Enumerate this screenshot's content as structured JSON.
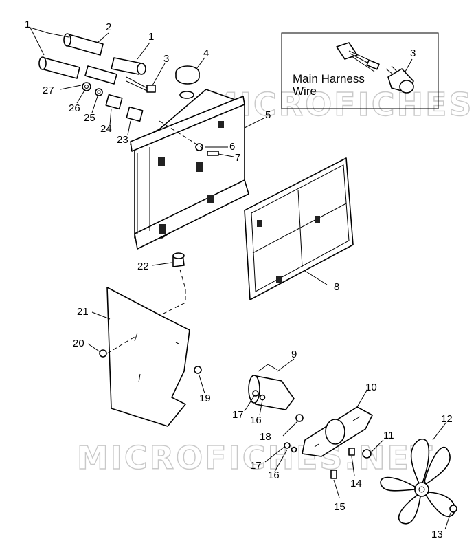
{
  "watermark": "MICROFICHES.NET",
  "inset": {
    "label_line1": "Main Harness",
    "label_line2": "Wire",
    "part_number": "3"
  },
  "callouts": {
    "c1a": "1",
    "c1b": "1",
    "c2": "2",
    "c3": "3",
    "c4": "4",
    "c5": "5",
    "c6": "6",
    "c7": "7",
    "c8": "8",
    "c9": "9",
    "c10": "10",
    "c11": "11",
    "c12": "12",
    "c13": "13",
    "c14": "14",
    "c15": "15",
    "c16a": "16",
    "c16b": "16",
    "c17a": "17",
    "c17b": "17",
    "c18": "18",
    "c19": "19",
    "c20": "20",
    "c21": "21",
    "c22": "22",
    "c23": "23",
    "c24": "24",
    "c25": "25",
    "c26": "26",
    "c27": "27"
  }
}
